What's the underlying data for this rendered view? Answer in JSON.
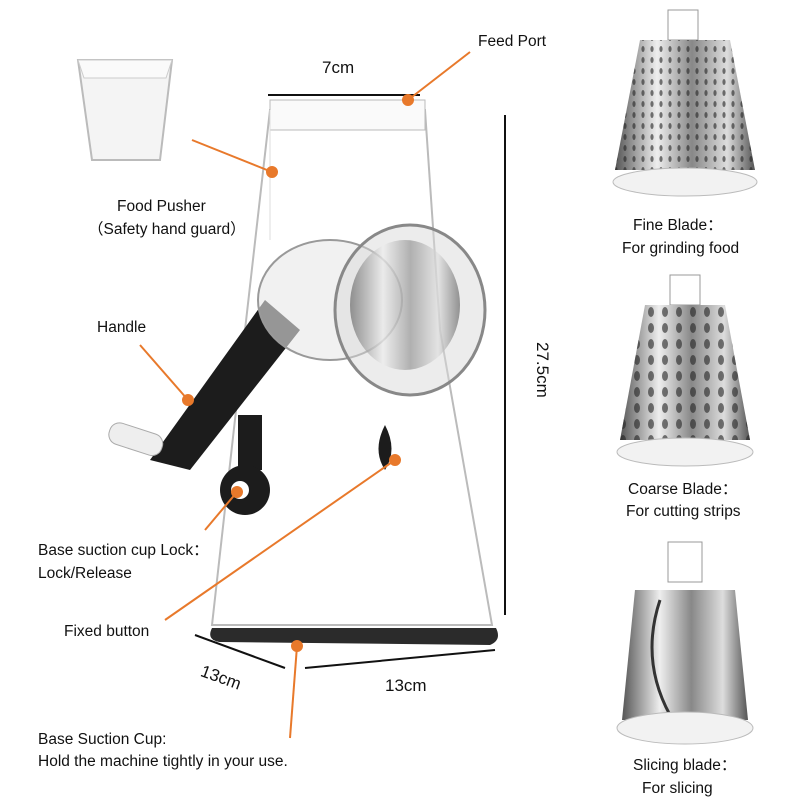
{
  "colors": {
    "accent": "#e8792b",
    "dimension_line": "#111111",
    "suction": "#2b2b2b"
  },
  "dimensions": {
    "width_top": "7cm",
    "height": "27.5cm",
    "depth": "13cm",
    "width_base": "13cm"
  },
  "callouts": {
    "feed_port": "Feed Port",
    "food_pusher": {
      "title": "Food Pusher",
      "subtitle": "（Safety hand guard）"
    },
    "handle": "Handle",
    "lock": {
      "title": "Base suction cup Lock：",
      "subtitle": "Lock/Release"
    },
    "fixed_button": "Fixed button",
    "suction_cup": {
      "title": "Base Suction Cup:",
      "subtitle": "Hold the machine tightly in your use."
    }
  },
  "blades": [
    {
      "name": "Fine Blade：",
      "use": "For grinding food"
    },
    {
      "name": "Coarse Blade：",
      "use": "For cutting strips"
    },
    {
      "name": "Slicing blade：",
      "use": "For slicing"
    }
  ]
}
